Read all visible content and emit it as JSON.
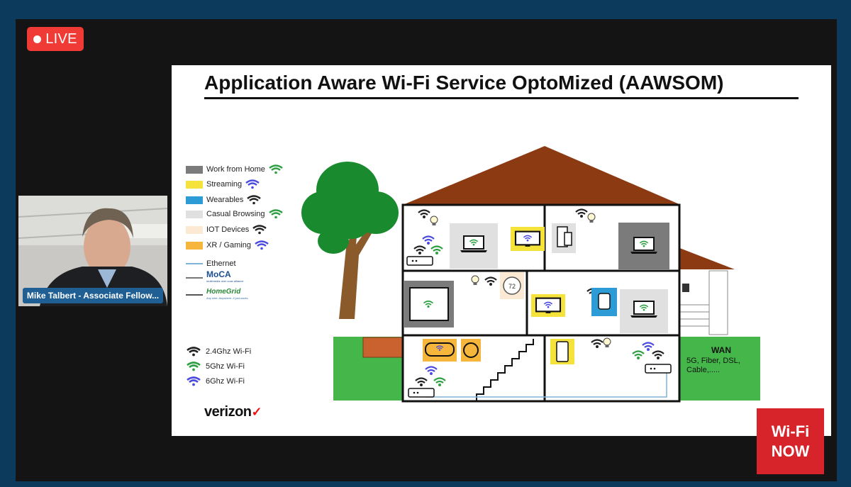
{
  "live_badge": {
    "label": "LIVE"
  },
  "participant": {
    "name": "Mike Talbert - Associate Fellow..."
  },
  "slide": {
    "title": "Application Aware Wi-Fi Service OptoMized (AAWSOM)",
    "legend": [
      {
        "label": "Work from Home",
        "color": "#7b7b7b",
        "wifi": "#2ea043"
      },
      {
        "label": "Streaming",
        "color": "#f5e33b",
        "wifi": "#4a4adf"
      },
      {
        "label": "Wearables",
        "color": "#2d9bd6",
        "wifi": "#222222"
      },
      {
        "label": "Casual Browsing",
        "color": "#e0e0e0",
        "wifi": "#2ea043"
      },
      {
        "label": "IOT Devices",
        "color": "#fbe9d4",
        "wifi": "#222222"
      },
      {
        "label": "XR / Gaming",
        "color": "#f5b63b",
        "wifi": "#4a4adf"
      }
    ],
    "connections": {
      "ethernet": "Ethernet",
      "moca": "MoCA",
      "moca_tagline": "multimedia over coax alliance",
      "homegrid": "HomeGrid",
      "homegrid_tagline": "Any wire. Anywhere. It just works."
    },
    "bands": [
      {
        "label": "2.4Ghz Wi-Fi",
        "color": "#222222"
      },
      {
        "label": "5Ghz Wi-Fi",
        "color": "#2ea043"
      },
      {
        "label": "6Ghz Wi-Fi",
        "color": "#4a4adf"
      }
    ],
    "thermostat": "72",
    "wan": {
      "title": "WAN",
      "text": "5G, Fiber, DSL, Cable,....."
    },
    "brand": "verizon",
    "brand_mark": "✓"
  },
  "watermark": {
    "line1": "Wi-Fi",
    "line2": "NOW"
  }
}
